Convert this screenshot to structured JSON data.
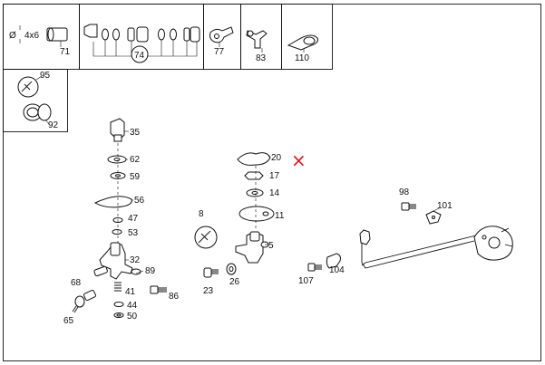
{
  "header": {
    "dim_symbol": "Ø",
    "dim_value": "4x6"
  },
  "callouts": {
    "c71": "71",
    "c74": "74",
    "c77": "77",
    "c83": "83",
    "c110": "110",
    "c95": "95",
    "c92": "92",
    "c35": "35",
    "c62": "62",
    "c59": "59",
    "c56": "56",
    "c47": "47",
    "c53": "53",
    "c32": "32",
    "c89": "89",
    "c41": "41",
    "c86": "86",
    "c44": "44",
    "c50": "50",
    "c68": "68",
    "c65": "65",
    "c20": "20",
    "c17": "17",
    "c14": "14",
    "c11": "11",
    "c8": "8",
    "c5": "5",
    "c23": "23",
    "c26": "26",
    "c98": "98",
    "c101": "101",
    "c107": "107",
    "c104": "104"
  },
  "annotation": {
    "mark": "×",
    "color": "#e8141c"
  },
  "colors": {
    "ink": "#111111",
    "paper": "#ffffff"
  }
}
